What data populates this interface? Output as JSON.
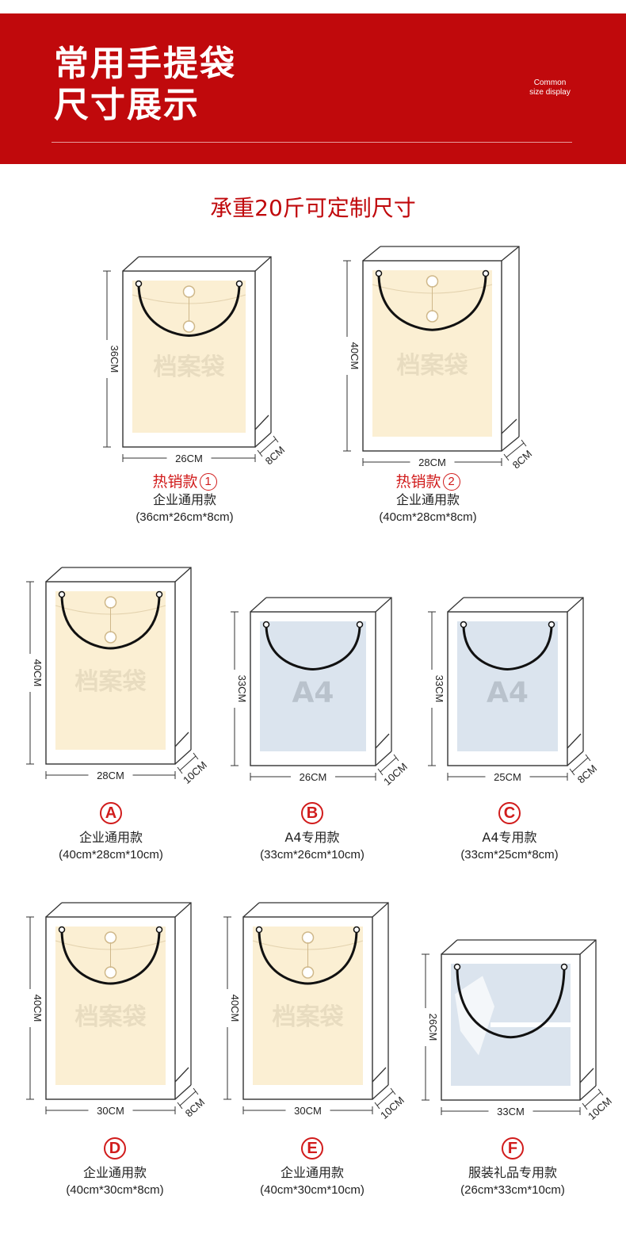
{
  "header": {
    "title_line1": "常用手提袋",
    "title_line2": "尺寸展示",
    "en_line1": "Common",
    "en_line2": "size display"
  },
  "subtitle": "承重20斤可定制尺寸",
  "colors": {
    "brand_red": "#c0090c",
    "kraft_fill": "#fbefd3",
    "blue_fill": "#dbe4ee"
  },
  "bags": [
    {
      "key": "hot1",
      "hot_label": "热销款",
      "hot_num": "1",
      "name": "企业通用款",
      "size": "(36cm*26cm*8cm)",
      "height": "36CM",
      "width": "26CM",
      "depth": "8CM",
      "content": "档案袋",
      "kind": "folder"
    },
    {
      "key": "hot2",
      "hot_label": "热销款",
      "hot_num": "2",
      "name": "企业通用款",
      "size": "(40cm*28cm*8cm)",
      "height": "40CM",
      "width": "28CM",
      "depth": "8CM",
      "content": "档案袋",
      "kind": "folder"
    },
    {
      "key": "A",
      "badge": "A",
      "name": "企业通用款",
      "size": "(40cm*28cm*10cm)",
      "height": "40CM",
      "width": "28CM",
      "depth": "10CM",
      "content": "档案袋",
      "kind": "folder"
    },
    {
      "key": "B",
      "badge": "B",
      "name": "A4专用款",
      "size": "(33cm*26cm*10cm)",
      "height": "33CM",
      "width": "26CM",
      "depth": "10CM",
      "content": "A4",
      "kind": "a4"
    },
    {
      "key": "C",
      "badge": "C",
      "name": "A4专用款",
      "size": "(33cm*25cm*8cm)",
      "height": "33CM",
      "width": "25CM",
      "depth": "8CM",
      "content": "A4",
      "kind": "a4"
    },
    {
      "key": "D",
      "badge": "D",
      "name": "企业通用款",
      "size": "(40cm*30cm*8cm)",
      "height": "40CM",
      "width": "30CM",
      "depth": "8CM",
      "content": "档案袋",
      "kind": "folder"
    },
    {
      "key": "E",
      "badge": "E",
      "name": "企业通用款",
      "size": "(40cm*30cm*10cm)",
      "height": "40CM",
      "width": "30CM",
      "depth": "10CM",
      "content": "档案袋",
      "kind": "folder"
    },
    {
      "key": "F",
      "badge": "F",
      "name": "服装礼品专用款",
      "size": "(26cm*33cm*10cm)",
      "height": "26CM",
      "width": "33CM",
      "depth": "10CM",
      "content": "",
      "kind": "shirt"
    }
  ]
}
